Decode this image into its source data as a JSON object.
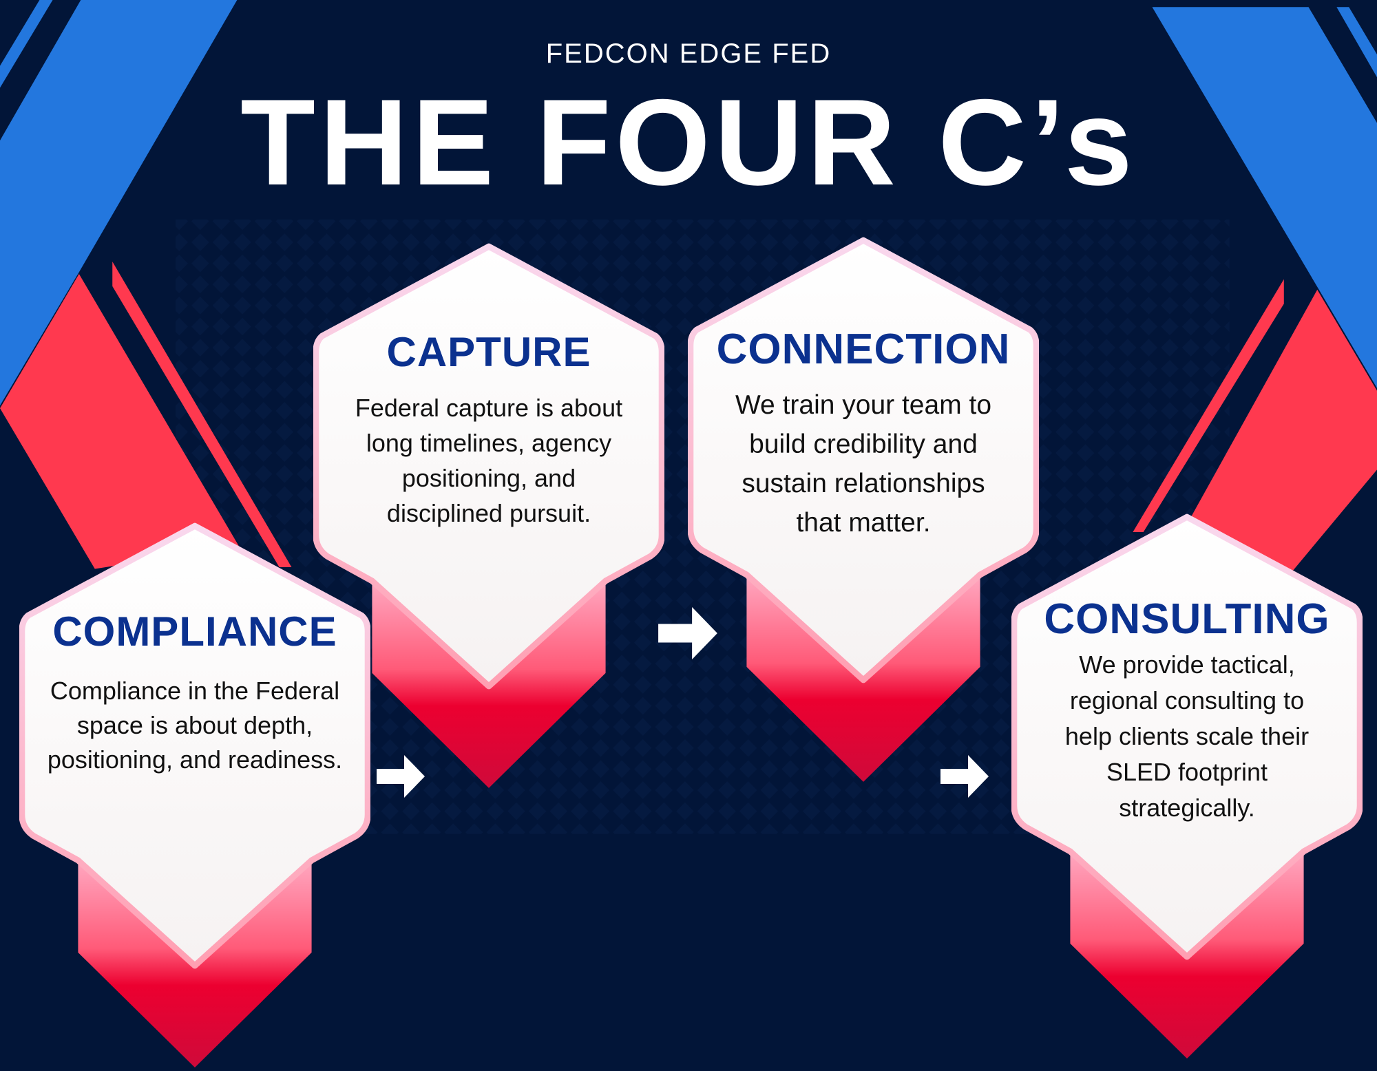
{
  "header": {
    "subtitle": "FEDCON EDGE FED",
    "title": "THE FOUR C’s"
  },
  "colors": {
    "background": "#021538",
    "blue": "#2377de",
    "red": "#ff394f",
    "heading": "#0b318f"
  },
  "cards": [
    {
      "heading": "COMPLIANCE",
      "lines": [
        "Compliance in the Federal",
        "space is about depth,",
        "positioning, and readiness."
      ]
    },
    {
      "heading": "CAPTURE",
      "lines": [
        "Federal capture is about",
        "long timelines, agency",
        "positioning, and",
        "disciplined pursuit."
      ]
    },
    {
      "heading": "CONNECTION",
      "lines": [
        "We train your team to",
        "build credibility and",
        "sustain relationships",
        "that matter."
      ]
    },
    {
      "heading": "CONSULTING",
      "lines": [
        "We provide tactical,",
        "regional consulting to",
        "help clients scale their",
        "SLED footprint",
        "strategically."
      ]
    }
  ]
}
